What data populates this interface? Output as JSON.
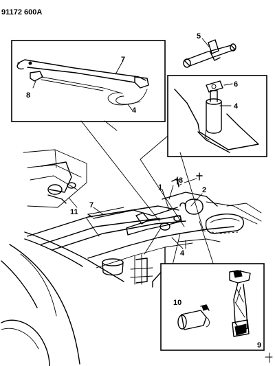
{
  "diagram": {
    "code": "91172 600A",
    "callouts": {
      "c1": "1",
      "c2": "2",
      "c3": "3",
      "c4_center": "4",
      "c4_box": "4",
      "c4_wiper": "4",
      "c5": "5",
      "c6": "6",
      "c7_box": "7",
      "c7_main": "7",
      "c8": "8",
      "c9": "9",
      "c10": "10",
      "c11": "11"
    }
  }
}
